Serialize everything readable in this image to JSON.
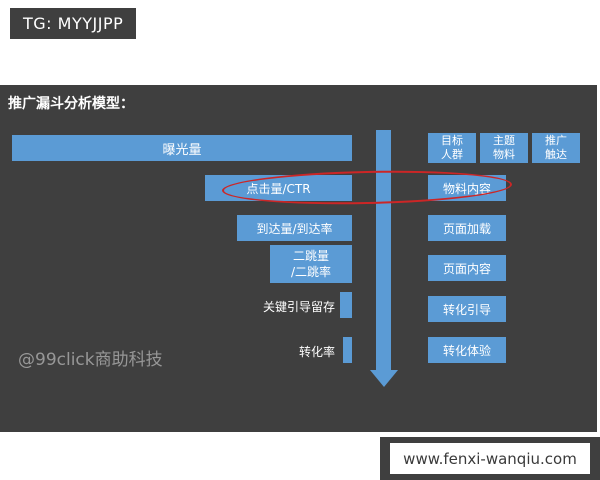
{
  "badge": {
    "text": "TG: MYYJJPP"
  },
  "panel": {
    "title": "推广漏斗分析模型：",
    "funnel": {
      "bars": [
        {
          "label": "曝光量"
        },
        {
          "label": "点击量/CTR"
        },
        {
          "label": "到达量/到达率"
        },
        {
          "label": "二跳量\n/二跳率"
        },
        {
          "label": "关键引导留存"
        },
        {
          "label": "转化率"
        }
      ]
    },
    "right_top": [
      {
        "label": "目标\n人群"
      },
      {
        "label": "主题\n物料"
      },
      {
        "label": "推广\n触达"
      }
    ],
    "right_stack": [
      {
        "label": "物料内容"
      },
      {
        "label": "页面加载"
      },
      {
        "label": "页面内容"
      },
      {
        "label": "转化引导"
      },
      {
        "label": "转化体验"
      }
    ],
    "watermark": "@99click商助科技"
  },
  "footer": {
    "url": "www.fenxi-wanqiu.com"
  },
  "colors": {
    "accent_blue": "#5b9bd5",
    "panel_bg": "#3f3f3f",
    "annotation_red": "#cc2626"
  }
}
